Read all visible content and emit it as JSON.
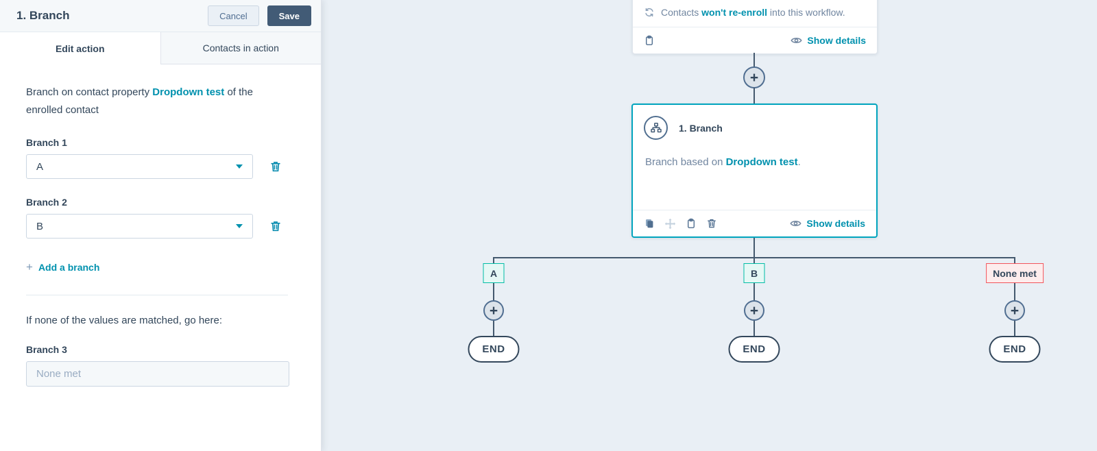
{
  "panel": {
    "title": "1. Branch",
    "cancel_label": "Cancel",
    "save_label": "Save",
    "tabs": {
      "edit": "Edit action",
      "contacts": "Contacts in action"
    },
    "description": {
      "prefix": "Branch on contact property ",
      "property": "Dropdown test",
      "suffix": " of the enrolled contact"
    },
    "branch1": {
      "label": "Branch 1",
      "value": "A"
    },
    "branch2": {
      "label": "Branch 2",
      "value": "B"
    },
    "add_branch": {
      "plus": "+",
      "label": "Add a branch"
    },
    "fallback_intro": "If none of the values are matched, go here:",
    "branch3": {
      "label": "Branch 3",
      "placeholder": "None met"
    }
  },
  "canvas": {
    "enroll_card": {
      "prefix": "Contacts ",
      "emphasis": "won't re-enroll",
      "suffix": " into this workflow.",
      "show_details": "Show details"
    },
    "plus": "+",
    "branch_card": {
      "title": "1. Branch",
      "body_prefix": "Branch based on ",
      "body_link": "Dropdown test",
      "body_suffix": ".",
      "show_details": "Show details"
    },
    "labels": {
      "a": "A",
      "b": "B",
      "none": "None met"
    },
    "end": "END"
  },
  "colors": {
    "teal_link": "#0091ae",
    "selected_card_border": "#00a4bd",
    "value_label_border": "#00bda5",
    "none_label_border": "#f2545b",
    "save_button_bg": "#425b76",
    "connector": "#44596e",
    "canvas_bg": "#e9eff5"
  }
}
